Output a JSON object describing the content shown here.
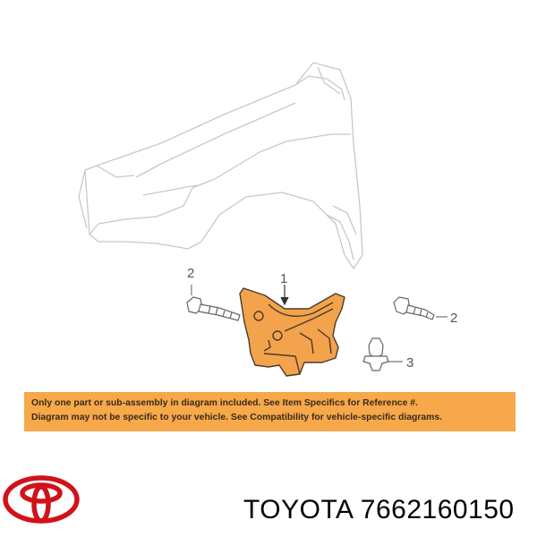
{
  "callouts": {
    "part_1": "1",
    "part_2_left": "2",
    "part_2_right": "2",
    "part_3": "3"
  },
  "notice": {
    "line1": "Only one part or sub-assembly in diagram included. See Item Specifics for Reference #.",
    "line2": "Diagram may not be specific to your vehicle. See Compatibility for vehicle-specific diagrams."
  },
  "footer": {
    "brand": "TOYOTA",
    "part_number": "7662160150"
  },
  "colors": {
    "highlight_part": "#f3a34c",
    "notice_bg": "#f6a84a",
    "logo_red": "#d0121b"
  },
  "icons": [
    "fender-outline",
    "mudguard",
    "bolt",
    "clip",
    "toyota-logo"
  ]
}
